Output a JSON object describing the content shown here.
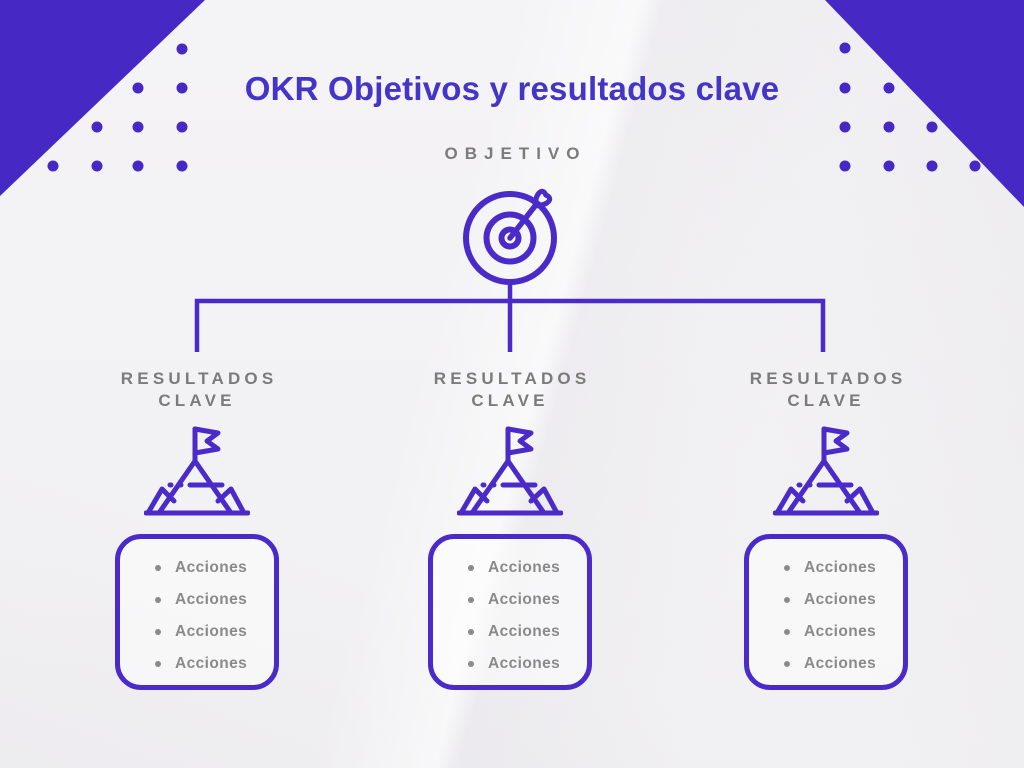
{
  "header": {
    "title": "OKR Objetivos y resultados clave"
  },
  "objective": {
    "label": "OBJETIVO",
    "icon": "target-arrow-icon"
  },
  "columns": [
    {
      "label": "RESULTADOS CLAVE",
      "icon": "mountain-flag-icon",
      "actions": [
        "Acciones",
        "Acciones",
        "Acciones",
        "Acciones"
      ]
    },
    {
      "label": "RESULTADOS CLAVE",
      "icon": "mountain-flag-icon",
      "actions": [
        "Acciones",
        "Acciones",
        "Acciones",
        "Acciones"
      ]
    },
    {
      "label": "RESULTADOS CLAVE",
      "icon": "mountain-flag-icon",
      "actions": [
        "Acciones",
        "Acciones",
        "Acciones",
        "Acciones"
      ]
    }
  ],
  "colors": {
    "accent": "#4A2BC9",
    "corner_triangle": "#4628C4",
    "title": "#4435C8",
    "heading_gray": "#7B7B7B",
    "item_gray": "#8A8A8A",
    "background": "#F2F1F3"
  }
}
